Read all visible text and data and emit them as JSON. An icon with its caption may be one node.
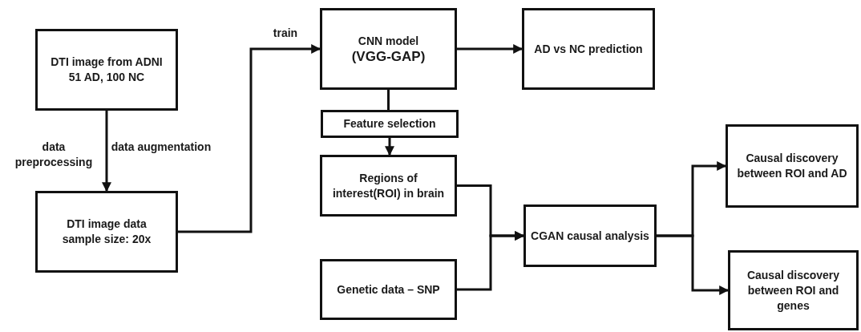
{
  "diagram": {
    "nodes": [
      {
        "text": [
          "DTI image from ADNI",
          "51 AD, 100 NC"
        ]
      },
      {
        "text": [
          "DTI image data",
          "sample size: 20x"
        ]
      },
      {
        "text": [
          "CNN model",
          "(VGG-GAP)"
        ]
      },
      {
        "text": [
          "AD vs NC prediction"
        ]
      },
      {
        "text": [
          "Feature selection"
        ]
      },
      {
        "text": [
          "Regions of interest(ROI) in brain"
        ]
      },
      {
        "text": [
          "Genetic data – SNP"
        ]
      },
      {
        "text": [
          "CGAN causal analysis"
        ]
      },
      {
        "text": [
          "Causal discovery between ROI and AD"
        ]
      },
      {
        "text": [
          "Causal discovery between ROI and genes"
        ]
      }
    ],
    "edges": [
      {
        "from": 0,
        "to": 1,
        "arrow": "to"
      },
      {
        "from": 1,
        "to": 2,
        "arrow": "to",
        "label": "train"
      },
      {
        "from": 2,
        "to": 3,
        "arrow": "to"
      },
      {
        "from": 2,
        "to": 4,
        "arrow": "none"
      },
      {
        "from": 4,
        "to": 5,
        "arrow": "to"
      },
      {
        "from": 5,
        "to": 7,
        "arrow": "to"
      },
      {
        "from": 6,
        "to": 7,
        "arrow": "to"
      },
      {
        "from": 7,
        "to": 8,
        "arrow": "to"
      },
      {
        "from": 7,
        "to": 9,
        "arrow": "to"
      }
    ],
    "labels": [
      "data preprocessing",
      "data augmentation"
    ]
  }
}
